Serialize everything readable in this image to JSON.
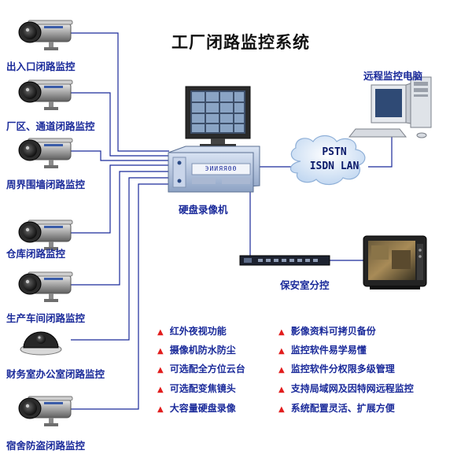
{
  "title": "工厂闭路监控系统",
  "cameras": [
    {
      "label": "出入口闭路监控",
      "kind": "bullet"
    },
    {
      "label": "厂区、通道闭路监控",
      "kind": "bullet"
    },
    {
      "label": "周界围墙闭路监控",
      "kind": "bullet"
    },
    {
      "label": "仓库闭路监控",
      "kind": "bullet"
    },
    {
      "label": "生产车间闭路监控",
      "kind": "bullet"
    },
    {
      "label": "财务室办公室闭路监控",
      "kind": "dome"
    },
    {
      "label": "宿舍防盗闭路监控",
      "kind": "bullet"
    }
  ],
  "devices": {
    "dvr_label": "硬盘录像机",
    "dvr_panel_text": "ЭИИЯЯΘΘ",
    "remote_pc_label": "远程监控电脑",
    "security_label": "保安室分控"
  },
  "network": {
    "line1": "PSTN",
    "line2": "ISDN LAN"
  },
  "features_left": [
    "红外夜视功能",
    "摄像机防水防尘",
    "可选配全方位云台",
    "可选配变焦镜头",
    "大容量硬盘录像"
  ],
  "features_right": [
    "影像资料可拷贝备份",
    "监控软件易学易懂",
    "监控软件分权限多级管理",
    "支持局域网及因特网远程监控",
    "系统配置灵活、扩展方便"
  ],
  "colors": {
    "line": "#1a2a9a",
    "label": "#1a2a9a",
    "bullet": "#e21d1d"
  }
}
